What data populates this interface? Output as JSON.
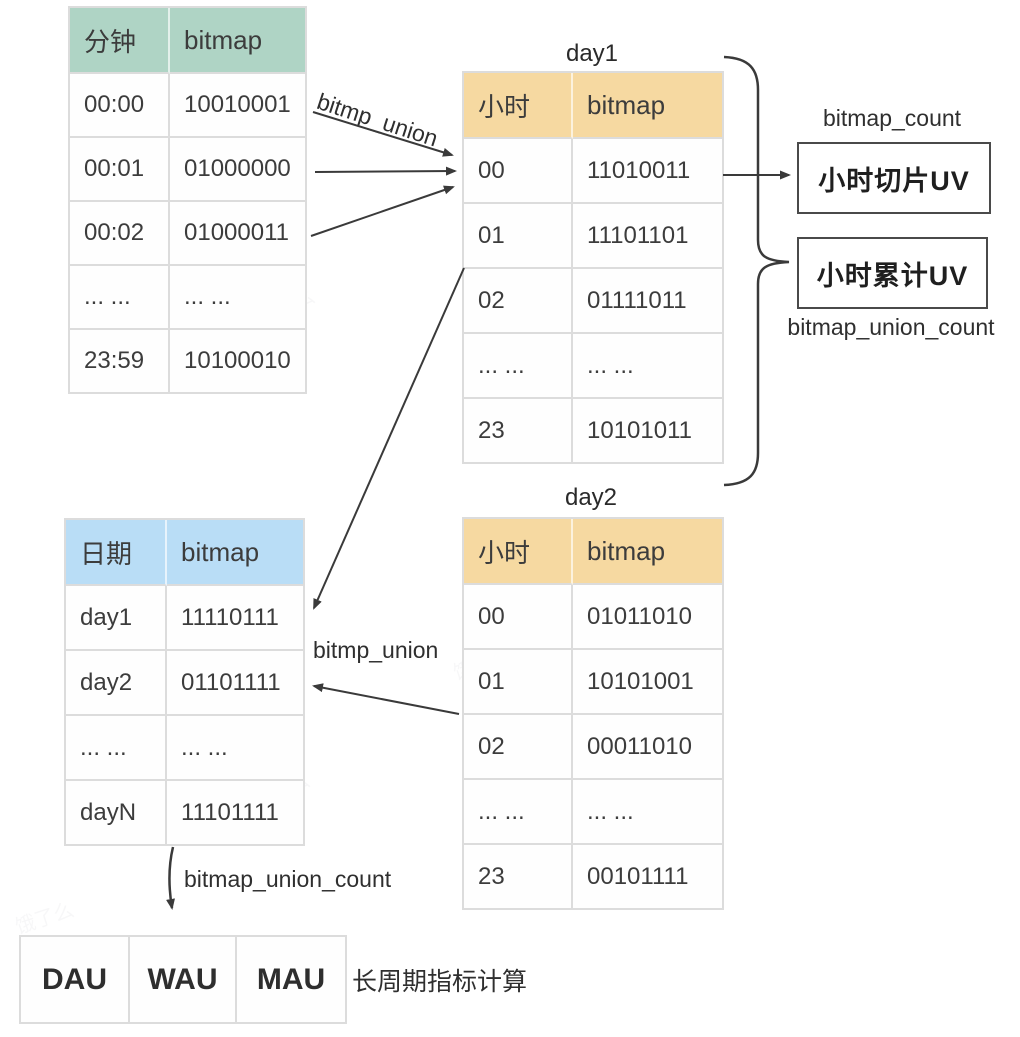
{
  "colors": {
    "green_header": "#afd4c5",
    "orange_header": "#f6d9a1",
    "blue_header": "#b9ddf6",
    "table_border": "#dcdcdc",
    "box_border": "#4a4a4a",
    "arrow": "#3a3a3a",
    "text": "#3c3c3c"
  },
  "watermark": "饿了么",
  "minute_table": {
    "headers": [
      "分钟",
      "bitmap"
    ],
    "rows": [
      [
        "00:00",
        "10010001"
      ],
      [
        "00:01",
        "01000000"
      ],
      [
        "00:02",
        "01000011"
      ],
      [
        "... ...",
        "... ..."
      ],
      [
        "23:59",
        "10100010"
      ]
    ]
  },
  "day1_table": {
    "title": "day1",
    "headers": [
      "小时",
      "bitmap"
    ],
    "rows": [
      [
        "00",
        "11010011"
      ],
      [
        "01",
        "11101101"
      ],
      [
        "02",
        "01111011"
      ],
      [
        "... ...",
        "... ..."
      ],
      [
        "23",
        "10101011"
      ]
    ]
  },
  "day2_table": {
    "title": "day2",
    "headers": [
      "小时",
      "bitmap"
    ],
    "rows": [
      [
        "00",
        "01011010"
      ],
      [
        "01",
        "10101001"
      ],
      [
        "02",
        "00011010"
      ],
      [
        "... ...",
        "... ..."
      ],
      [
        "23",
        "00101111"
      ]
    ]
  },
  "date_table": {
    "headers": [
      "日期",
      "bitmap"
    ],
    "rows": [
      [
        "day1",
        "11110111"
      ],
      [
        "day2",
        "01101111"
      ],
      [
        "... ...",
        "... ..."
      ],
      [
        "dayN",
        "11101111"
      ]
    ]
  },
  "period_table": {
    "cells": [
      "DAU",
      "WAU",
      "MAU"
    ],
    "caption": "长周期指标计算"
  },
  "labels": {
    "minute_union": "bitmp_union",
    "day_union": "bitmp_union",
    "bitmap_count": "bitmap_count",
    "bitmap_union_count_hour": "bitmap_union_count",
    "bitmap_union_count_date": "bitmap_union_count"
  },
  "boxes": {
    "hour_slice_uv": "小时切片UV",
    "hour_total_uv": "小时累计UV"
  }
}
